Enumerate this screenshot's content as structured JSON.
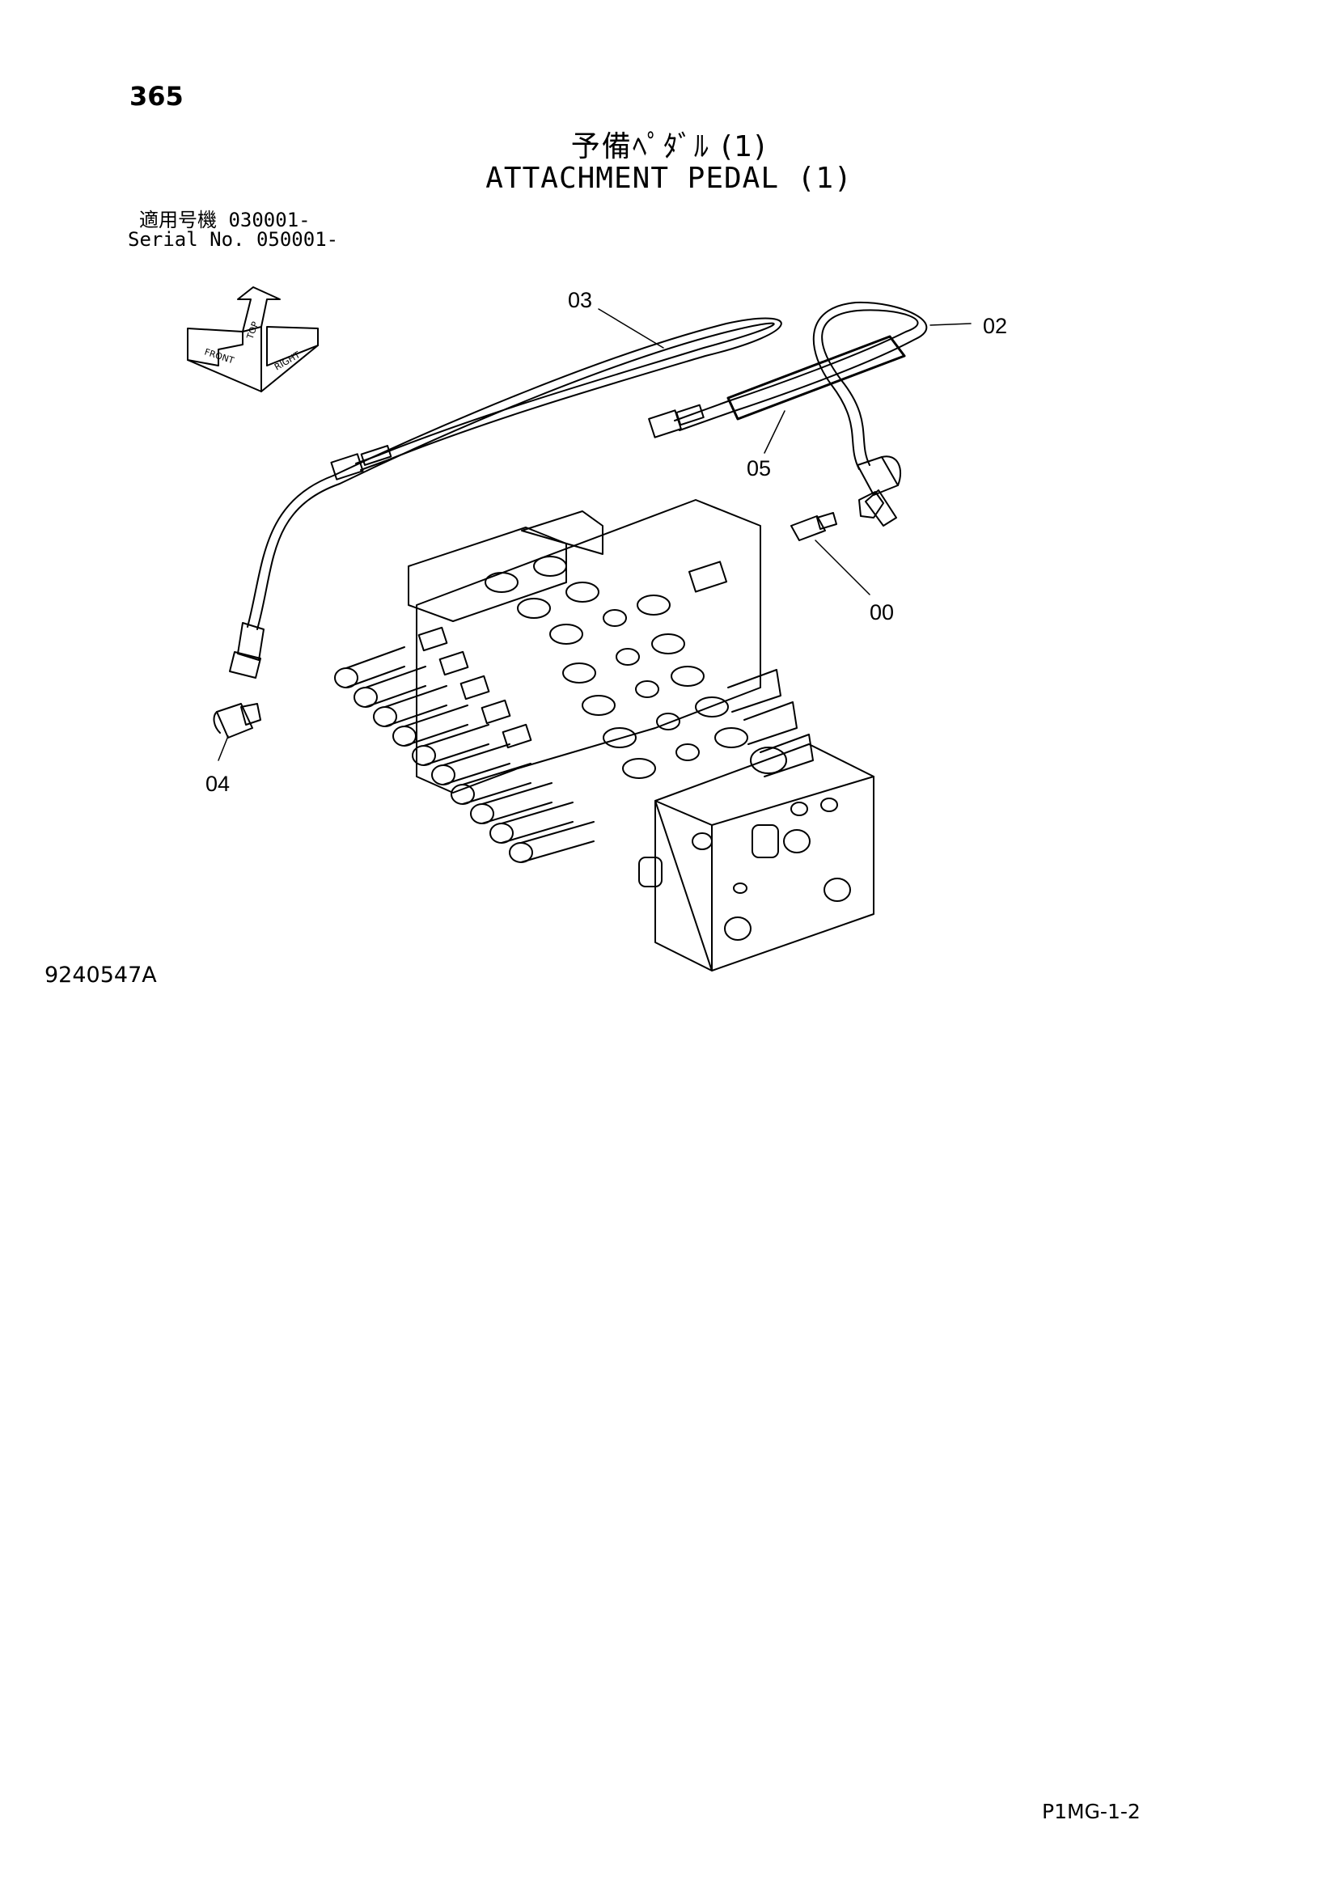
{
  "page_number": "365",
  "title": {
    "japanese": "予備ﾍﾟﾀﾞﾙ (1)",
    "english": "ATTACHMENT PEDAL (1)"
  },
  "serial": {
    "japanese": "適用号機  030001-",
    "english": "Serial No. 050001-"
  },
  "orientation_indicator": {
    "labels": [
      "FRONT",
      "TOP",
      "RIGHT"
    ],
    "icon": "3d-orientation-arrows-icon"
  },
  "callouts": [
    {
      "id": "00",
      "label": "00"
    },
    {
      "id": "02",
      "label": "02"
    },
    {
      "id": "03",
      "label": "03"
    },
    {
      "id": "04",
      "label": "04"
    },
    {
      "id": "05",
      "label": "05"
    }
  ],
  "drawing_number": "9240547A",
  "page_code": "P1MG-1-2"
}
